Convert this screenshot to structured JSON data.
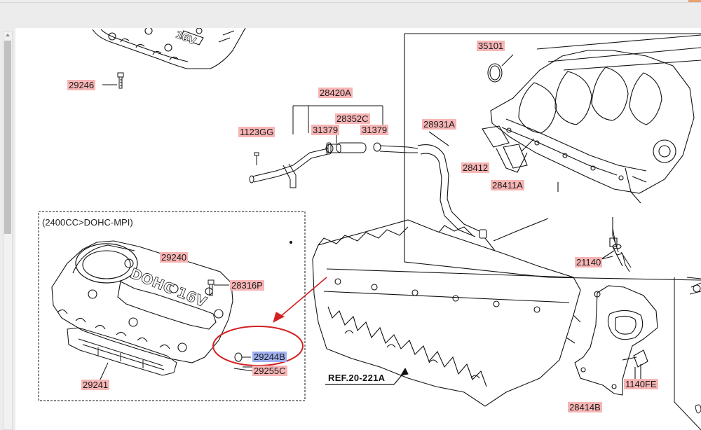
{
  "diagram": {
    "inset_title": "(2400CC>DOHC-MPI)",
    "reference": "REF.20-221A",
    "embossed_text": "DOHC 16V",
    "colors": {
      "label_fill": "#f7b5b5",
      "selected_label_fill": "#9fb0f0",
      "annotation": "#d42020",
      "line": "#111111"
    },
    "parts": [
      {
        "id": "p29246",
        "number": "29246",
        "selected": false
      },
      {
        "id": "p28420A",
        "number": "28420A",
        "selected": false
      },
      {
        "id": "p28352C",
        "number": "28352C",
        "selected": false
      },
      {
        "id": "p31379a",
        "number": "31379",
        "selected": false
      },
      {
        "id": "p31379b",
        "number": "31379",
        "selected": false
      },
      {
        "id": "p1123GG",
        "number": "1123GG",
        "selected": false
      },
      {
        "id": "p28931A",
        "number": "28931A",
        "selected": false
      },
      {
        "id": "p35101",
        "number": "35101",
        "selected": false
      },
      {
        "id": "p28412",
        "number": "28412",
        "selected": false
      },
      {
        "id": "p28411A",
        "number": "28411A",
        "selected": false
      },
      {
        "id": "p29240",
        "number": "29240",
        "selected": false
      },
      {
        "id": "p28316P",
        "number": "28316P",
        "selected": false
      },
      {
        "id": "p29244B",
        "number": "29244B",
        "selected": true
      },
      {
        "id": "p29255C",
        "number": "29255C",
        "selected": false
      },
      {
        "id": "p29241",
        "number": "29241",
        "selected": false
      },
      {
        "id": "p21140",
        "number": "21140",
        "selected": false
      },
      {
        "id": "p1140FE",
        "number": "1140FE",
        "selected": false
      },
      {
        "id": "p28414B",
        "number": "28414B",
        "selected": false
      }
    ]
  }
}
